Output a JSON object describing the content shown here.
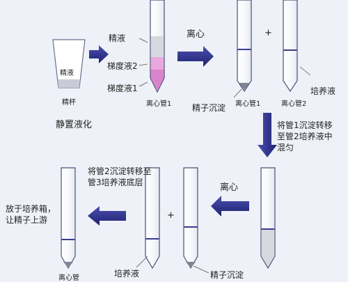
{
  "diagram": {
    "colors": {
      "background": "#eef1f7",
      "arrow": "#2c2f87",
      "tube_outline": "#4a4f78",
      "layer_line": "#3b3d8f",
      "pink_layer": "#e9a8dd",
      "gray_layer": "#cfd1d8",
      "sediment": "#7f8493"
    },
    "step1": {
      "cup_label": "精液",
      "cup_caption": "精杯",
      "caption": "静置液化"
    },
    "step2": {
      "layer_labels": [
        "精液",
        "梯度液2",
        "梯度液1"
      ],
      "tube_label": "离心管1"
    },
    "step3": {
      "action": "离心",
      "plus": "+",
      "sediment_label": "精子沉淀",
      "tube1_label": "离心管1",
      "tube2_label": "离心管2",
      "medium_label": "培养液"
    },
    "step4": {
      "description": [
        "将管1沉淀转移",
        "至管2培养液中",
        "混匀"
      ]
    },
    "step5": {
      "action": "离心",
      "plus": "+",
      "description": [
        "将管2沉淀转移至",
        "管3培养液底层"
      ],
      "medium_label": "培养液",
      "sediment_label": "精子沉淀",
      "incubate": [
        "放于培养箱，",
        "让精子上游"
      ],
      "tube_label": "离心管"
    }
  }
}
